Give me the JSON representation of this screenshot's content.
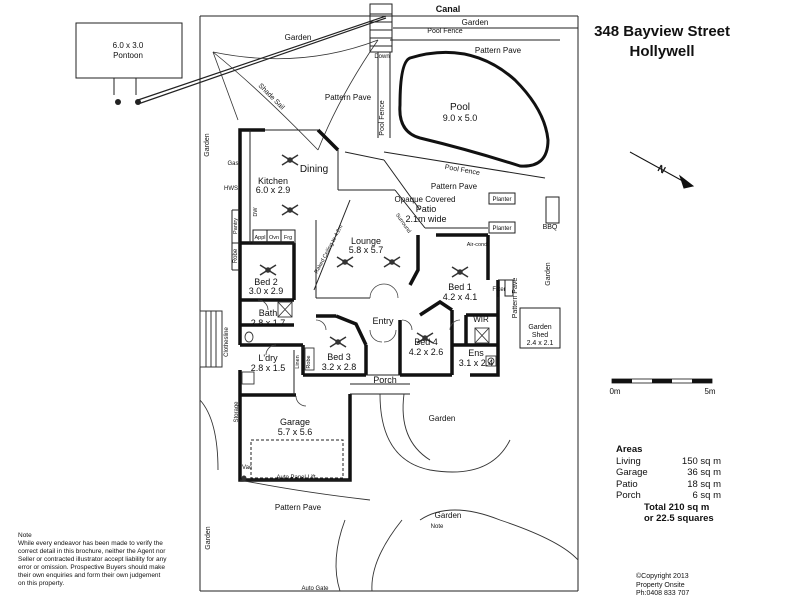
{
  "header": {
    "street": "348 Bayview Street",
    "suburb": "Hollywell"
  },
  "labels": {
    "canal": "Canal",
    "pontoon_size": "6.0 x 3.0",
    "pontoon": "Pontoon",
    "garden": "Garden",
    "pool_fence": "Pool Fence",
    "pattern_pave": "Pattern Pave",
    "down": "Down",
    "shade_sail": "Shade Sail",
    "pool": "Pool",
    "pool_size": "9.0 x 5.0",
    "gas": "Gas",
    "hws": "HWS",
    "dining": "Dining",
    "kitchen": "Kitchen",
    "kitchen_size": "6.0 x 2.9",
    "opaque_covered": "Opaque Covered",
    "patio": "Patio",
    "patio_width": "2.1m wide",
    "planter": "Planter",
    "bbq": "BBQ",
    "pantry": "Pantry",
    "dw": "DW",
    "appl": "Appl",
    "ovn": "Ovn",
    "frg": "Frg",
    "lounge": "Lounge",
    "lounge_size": "5.8 x 5.7",
    "raked_ceiling": "Raked Ceiling to 4.2m",
    "surround": "Surround",
    "air_cond": "Air-cond",
    "robe": "Robe",
    "bed2": "Bed 2",
    "bed2_size": "3.0 x 2.9",
    "bed1": "Bed 1",
    "bed1_size": "4.2 x 4.1",
    "filter": "Filter",
    "bath": "Bath",
    "bath_size": "2.8 x 1.7",
    "wir": "WIR",
    "garden_shed": "Garden",
    "shed": "Shed",
    "shed_size": "2.4 x 2.1",
    "clothesline": "Clothesline",
    "entry": "Entry",
    "bed4": "Bed 4",
    "bed4_size": "4.2 x 2.6",
    "ens": "Ens",
    "ens_size": "3.1 x 2.4",
    "ldry": "L'dry",
    "ldry_size": "2.8 x 1.5",
    "linen": "Linen",
    "bed3": "Bed 3",
    "bed3_size": "3.2 x 2.8",
    "porch": "Porch",
    "storage": "Storage",
    "garage": "Garage",
    "garage_size": "5.7 x 5.6",
    "vac": "Vac",
    "auto_panel_lift": "Auto Panel Lift",
    "note_small": "Note",
    "auto_gate": "Auto Gate"
  },
  "compass": {
    "letter": "N"
  },
  "scale": {
    "start": "0m",
    "end": "5m"
  },
  "areas": {
    "title": "Areas",
    "rows": [
      {
        "label": "Living",
        "value": "150 sq m"
      },
      {
        "label": "Garage",
        "value": "36 sq m"
      },
      {
        "label": "Patio",
        "value": "18 sq m"
      },
      {
        "label": "Porch",
        "value": "6 sq m"
      }
    ],
    "total": "Total  210 sq m",
    "squares": "or   22.5 squares"
  },
  "note": {
    "title": "Note",
    "body": "While every endeavor has been made to verify the correct detail in this brochure, neither the Agent nor Seller or contracted illustrator accept liability for any error or omission. Prospective Buyers should make their own enquiries and form their own judgement on this property."
  },
  "copyright": {
    "line1": "©Copyright 2013",
    "line2": "Property Onsite",
    "line3": "Ph:0408 833 707"
  }
}
